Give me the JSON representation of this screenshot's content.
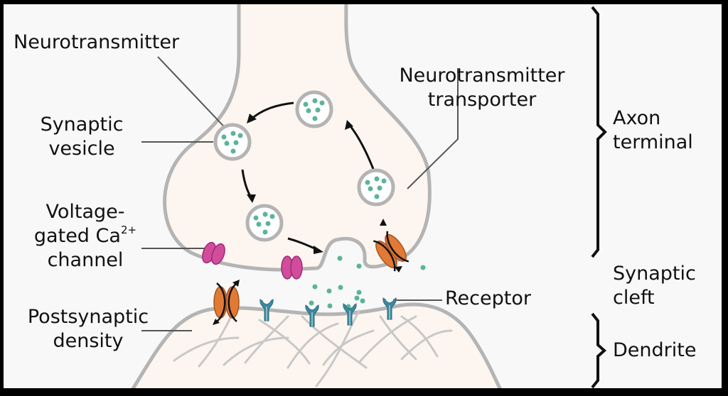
{
  "diagram": {
    "title": "Chemical synapse",
    "colors": {
      "background": "#f8f8f8",
      "cell_fill": "#fdf6f0",
      "membrane": "#b4b4b4",
      "neurotransmitter": "#5bb49a",
      "ca_channel": "#d24c9c",
      "transporter": "#e07a35",
      "receptor": "#3a8aa0",
      "leader_line": "#555555",
      "frame": "#000000"
    },
    "labels": {
      "neurotransmitter": "Neurotransmitter",
      "synaptic_vesicle_1": "Synaptic",
      "synaptic_vesicle_2": "vesicle",
      "ca_channel_1": "Voltage-",
      "ca_channel_2": "gated Ca",
      "ca_channel_sup": "2+",
      "ca_channel_3": "channel",
      "postsynaptic_density_1": "Postsynaptic",
      "postsynaptic_density_2": "density",
      "transporter_1": "Neurotransmitter",
      "transporter_2": "transporter",
      "receptor": "Receptor"
    },
    "regions": {
      "axon_terminal_1": "Axon",
      "axon_terminal_2": "terminal",
      "synaptic_cleft_1": "Synaptic",
      "synaptic_cleft_2": "cleft",
      "dendrite": "Dendrite"
    },
    "icons": {
      "vesicle": "circle-with-dots",
      "ca_channel": "paired-magenta-ovals",
      "transporter": "paired-orange-ovals-with-arrows",
      "receptor": "y-shaped-receptor",
      "brace": "curly-brace"
    }
  }
}
